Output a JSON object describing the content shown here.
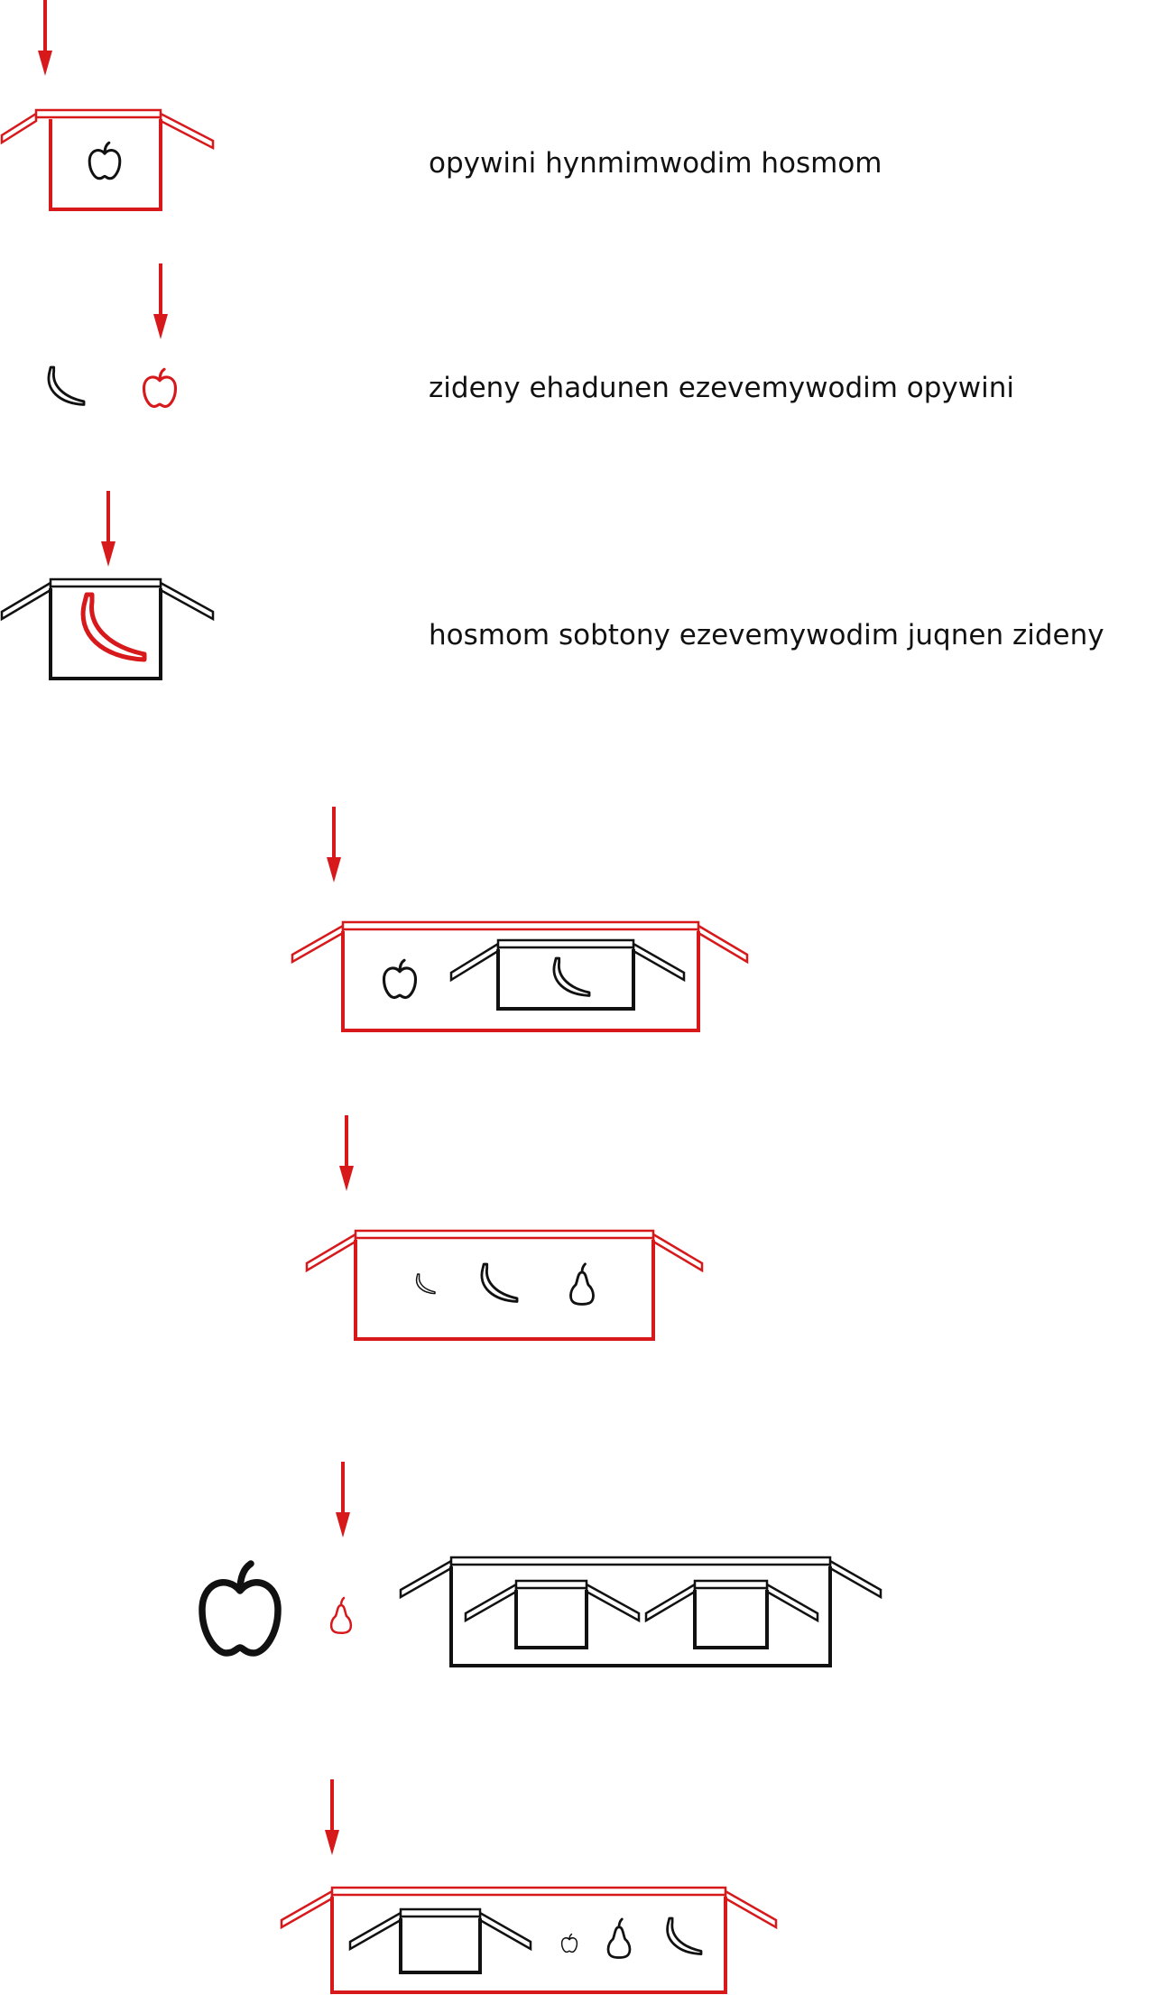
{
  "colors": {
    "red": "#d7191c",
    "black": "#111111"
  },
  "rows": [
    {
      "id": "row-1",
      "caption": "opywini hynmimwodim hosmom"
    },
    {
      "id": "row-2",
      "caption": "zideny ehadunen ezevemywodim opywini"
    },
    {
      "id": "row-3",
      "caption": "hosmom sobtony ezevemywodim juqnen zideny"
    },
    {
      "id": "row-4",
      "caption": ""
    },
    {
      "id": "row-5",
      "caption": ""
    },
    {
      "id": "row-6",
      "caption": ""
    },
    {
      "id": "row-7",
      "caption": ""
    }
  ],
  "icons": [
    "down-arrow-icon",
    "open-box-icon",
    "apple-icon",
    "banana-icon",
    "pear-icon"
  ]
}
